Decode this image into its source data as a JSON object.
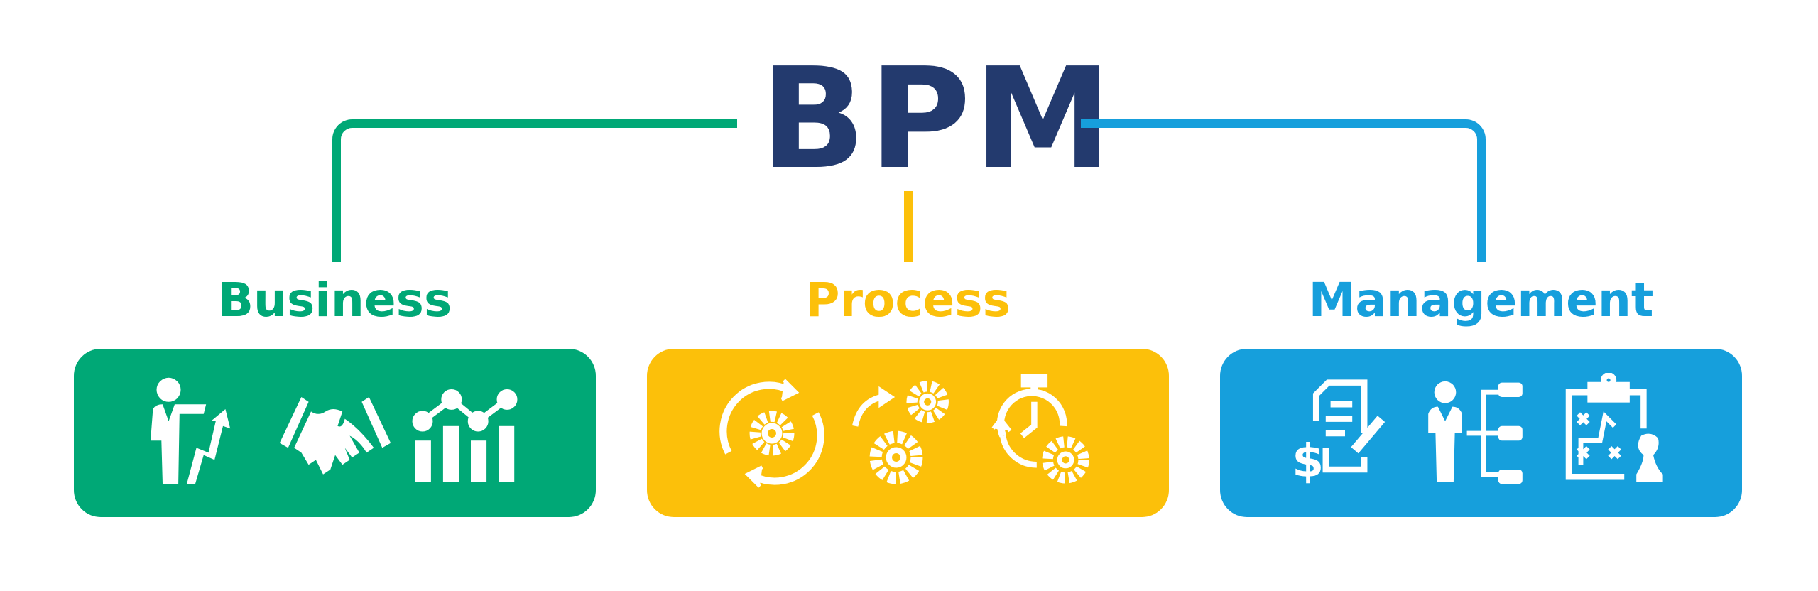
{
  "title": "BPM",
  "colors": {
    "title": "#233a6e",
    "business": "#00a876",
    "process": "#fcc00a",
    "management": "#169fdc"
  },
  "sections": [
    {
      "label": "Business",
      "icons": [
        "businessman-growth-icon",
        "handshake-icon",
        "bar-line-chart-icon"
      ]
    },
    {
      "label": "Process",
      "icons": [
        "gear-cycle-icon",
        "gears-icon",
        "gear-clock-icon"
      ]
    },
    {
      "label": "Management",
      "icons": [
        "budget-document-icon",
        "org-chart-icon",
        "strategy-board-icon"
      ]
    }
  ]
}
